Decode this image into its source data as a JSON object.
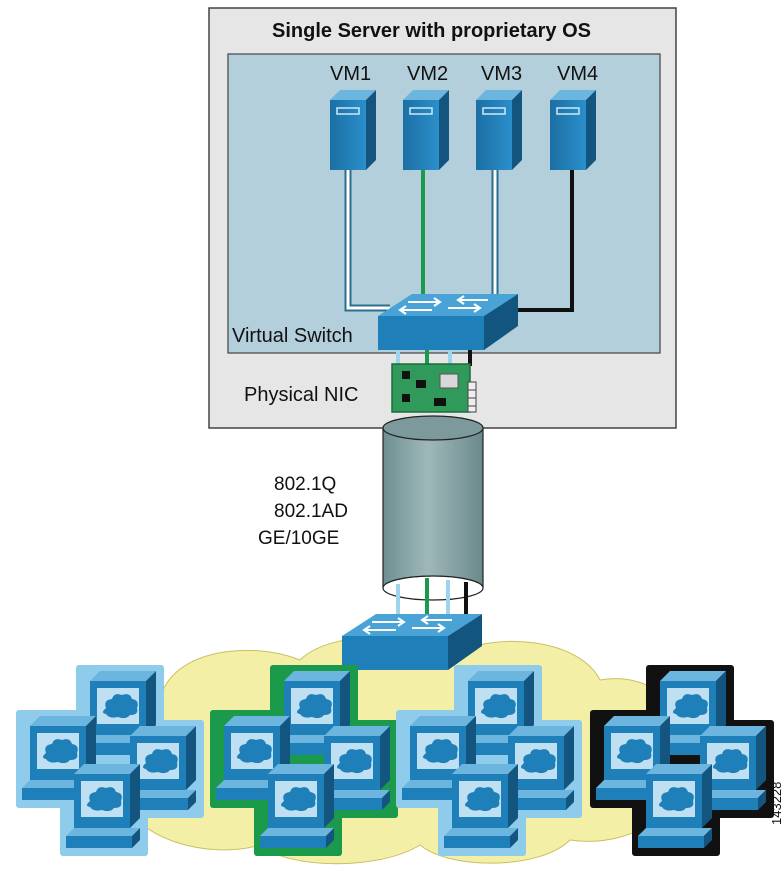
{
  "server": {
    "title": "Single Server with proprietary OS",
    "vms": [
      {
        "label": "VM1",
        "link_color": "#bfe3f5"
      },
      {
        "label": "VM2",
        "link_color": "#1a9a4a"
      },
      {
        "label": "VM3",
        "link_color": "#bfe3f5"
      },
      {
        "label": "VM4",
        "link_color": "#111111"
      }
    ],
    "virtual_switch_label": "Virtual Switch",
    "physical_nic_label": "Physical NIC"
  },
  "trunk": {
    "protocols": [
      "802.1Q",
      "802.1AD",
      "GE/10GE"
    ]
  },
  "figure_id": "143228",
  "colors": {
    "server_box": "#e6e6e6",
    "vm_area": "#b3cfdc",
    "device_blue": "#1f7fb8",
    "cloud": "#f4efa6",
    "trunk_pipe": "#8aa6a8",
    "group_blue": "#8fcbea",
    "group_green": "#1a9a4a",
    "group_black": "#111111"
  }
}
